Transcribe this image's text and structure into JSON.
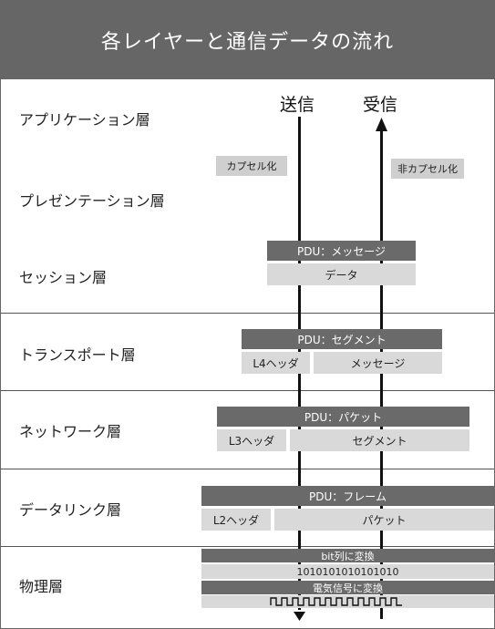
{
  "title": "各レイヤーと通信データの流れ",
  "columns": {
    "send": "送信",
    "receive": "受信"
  },
  "layers": [
    "アプリケーション層",
    "プレゼンテーション層",
    "セッション層",
    "トランスポート層",
    "ネットワーク層",
    "データリンク層",
    "物理層"
  ],
  "encapsulate": "カプセル化",
  "decapsulate": "非カプセル化",
  "session": {
    "pdu": "PDU：メッセージ",
    "data": "データ"
  },
  "transport": {
    "pdu": "PDU：セグメント",
    "header": "L4ヘッダ",
    "payload": "メッセージ"
  },
  "network": {
    "pdu": "PDU：パケット",
    "header": "L3ヘッダ",
    "payload": "セグメント"
  },
  "datalink": {
    "pdu": "PDU：フレーム",
    "header": "L2ヘッダ",
    "payload": "パケット"
  },
  "physical": {
    "bit_convert": "bit列に変換",
    "bits": "1010101010101010",
    "signal_convert": "電気信号に変換"
  }
}
